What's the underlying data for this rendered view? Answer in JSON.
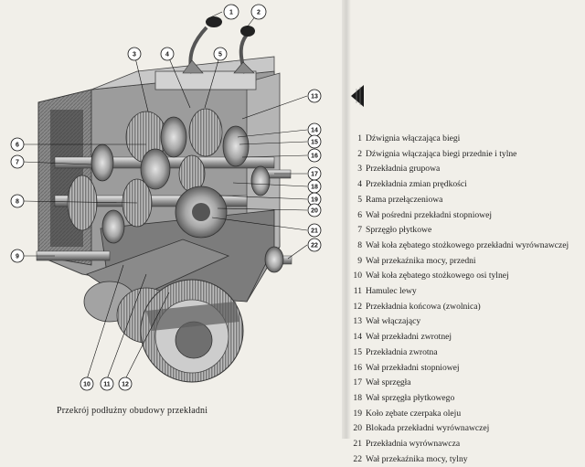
{
  "caption": "Przekrój podłużny obudowy przekładni",
  "callouts": [
    "1",
    "2",
    "3",
    "4",
    "5",
    "6",
    "7",
    "8",
    "9",
    "10",
    "11",
    "12",
    "13",
    "14",
    "15",
    "16",
    "17",
    "18",
    "19",
    "20",
    "21",
    "22"
  ],
  "legend": [
    {
      "num": "1",
      "text": "Dźwignia włączająca biegi"
    },
    {
      "num": "2",
      "text": "Dźwignia włączająca biegi przednie i tylne"
    },
    {
      "num": "3",
      "text": "Przekładnia grupowa"
    },
    {
      "num": "4",
      "text": "Przekładnia zmian prędkości"
    },
    {
      "num": "5",
      "text": "Rama przełączeniowa"
    },
    {
      "num": "6",
      "text": "Wał pośredni przekładni stopniowej"
    },
    {
      "num": "7",
      "text": "Sprzęgło płytkowe"
    },
    {
      "num": "8",
      "text": "Wał koła zębatego stożkowego przekładni wyrównawczej"
    },
    {
      "num": "9",
      "text": "Wał przekaźnika mocy, przedni"
    },
    {
      "num": "10",
      "text": "Wał koła zębatego stożkowego osi tylnej"
    },
    {
      "num": "11",
      "text": "Hamulec lewy"
    },
    {
      "num": "12",
      "text": "Przekładnia końcowa (zwolnica)"
    },
    {
      "num": "13",
      "text": "Wał włączający"
    },
    {
      "num": "14",
      "text": "Wał przekładni zwrotnej"
    },
    {
      "num": "15",
      "text": "Przekładnia zwrotna"
    },
    {
      "num": "16",
      "text": "Wał przekładni stopniowej"
    },
    {
      "num": "17",
      "text": "Wał sprzęgła"
    },
    {
      "num": "18",
      "text": "Wał sprzęgła płytkowego"
    },
    {
      "num": "19",
      "text": "Koło zębate czerpaka oleju"
    },
    {
      "num": "20",
      "text": "Blokada przekładni wyrównawczej"
    },
    {
      "num": "21",
      "text": "Przekładnia wyrównawcza"
    },
    {
      "num": "22",
      "text": "Wał przekaźnika mocy, tylny"
    }
  ]
}
